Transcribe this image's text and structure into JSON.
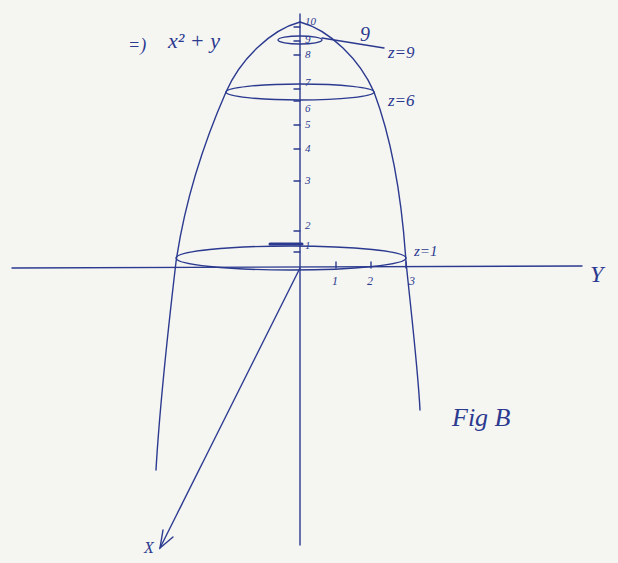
{
  "diagram": {
    "labels": [
      "=)",
      "x² + y",
      "9",
      "z=9",
      "z=6",
      "z=1",
      "10",
      "9",
      "8",
      "7",
      "6",
      "5",
      "4",
      "3",
      "2",
      "1",
      "1",
      "2",
      "3",
      "Y",
      "X",
      "Fig B"
    ]
  }
}
